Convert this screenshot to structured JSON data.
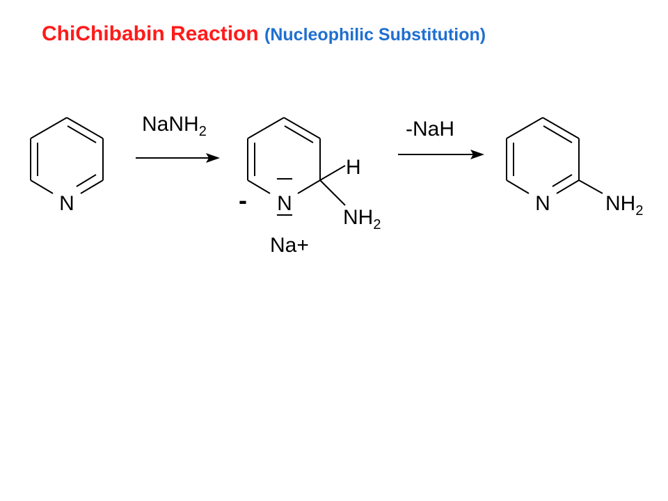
{
  "title": {
    "main": "ChiChibabin Reaction",
    "sub": "(Nucleophilic Substitution)"
  },
  "reagents": {
    "step1": {
      "base": "NaNH",
      "sub": "2"
    },
    "step2": "-NaH"
  },
  "pyridine": {
    "n_label": "N"
  },
  "intermediate": {
    "n_label": "N",
    "h_label": "H",
    "nh2_base": "NH",
    "nh2_sub": "2",
    "charge": "-",
    "counterion": "Na+"
  },
  "product": {
    "n_label": "N",
    "nh2_base": "NH",
    "nh2_sub": "2"
  },
  "colors": {
    "title_main": "#ff1a1a",
    "title_sub": "#1f6fd0",
    "structure": "#000000"
  }
}
